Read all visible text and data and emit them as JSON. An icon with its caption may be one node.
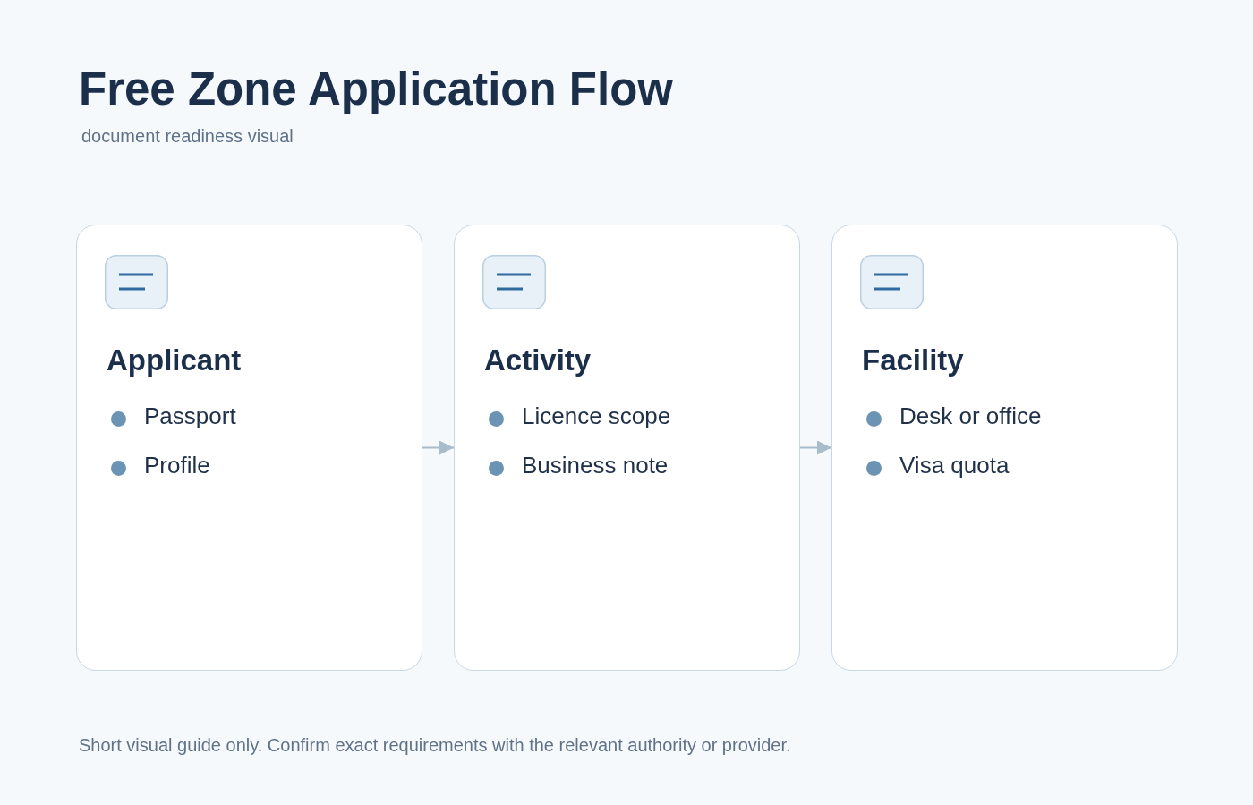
{
  "diagram": {
    "title": "Free Zone Application Flow",
    "caption": "Short visual guide only. Confirm exact requirements with the relevant authority or provider.",
    "nodes": [
      {
        "text": [
          "Applicant",
          "Passport",
          "Profile"
        ]
      },
      {
        "text": [
          "Activity",
          "Licence scope",
          "Business note"
        ]
      },
      {
        "text": [
          "Facility",
          "Desk or office",
          "Visa quota"
        ]
      }
    ],
    "edges": [
      {
        "from": 0,
        "to": 1,
        "arrow": "to"
      },
      {
        "from": 1,
        "to": 2,
        "arrow": "to"
      }
    ],
    "labels": [
      "document readiness visual"
    ]
  }
}
